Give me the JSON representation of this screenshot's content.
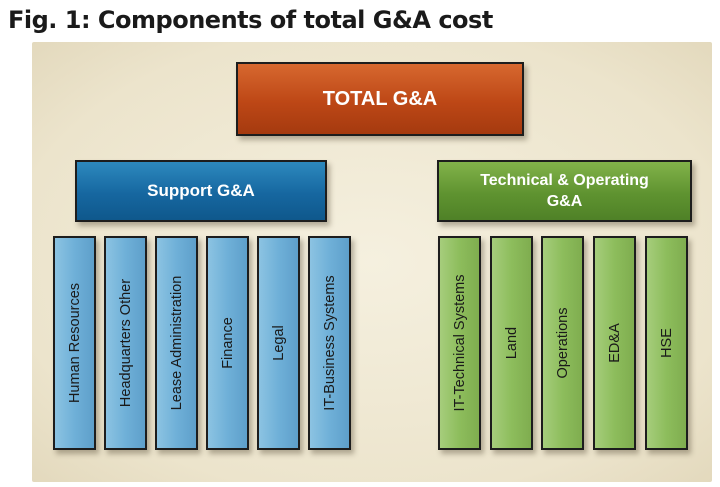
{
  "figure": {
    "title": "Fig. 1: Components of total G&A cost"
  },
  "diagram": {
    "root": {
      "label": "TOTAL G&A",
      "color": "#bd4716"
    },
    "groups": [
      {
        "label": "Support G&A",
        "color": "#1667a0",
        "children": [
          "Human Resources",
          "Headquarters Other",
          "Lease Administration",
          "Finance",
          "Legal",
          "IT-Business Systems"
        ]
      },
      {
        "label": "Technical & Operating G&A",
        "color": "#5f9330",
        "children": [
          "IT-Technical Systems",
          "Land",
          "Operations",
          "ED&A",
          "HSE"
        ]
      }
    ]
  }
}
